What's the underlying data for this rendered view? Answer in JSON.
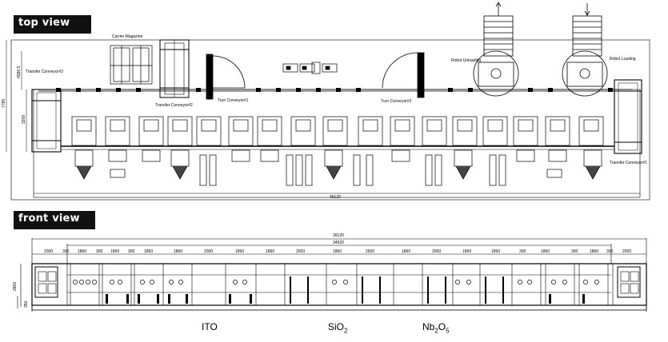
{
  "top_view": {
    "title": "top view",
    "labels": {
      "carrier_magazine": "Carrier Magazine",
      "transfer_conveyor_3": "Transfer Conveyor#3",
      "transfer_conveyor_2": "Transfer Conveyor#2",
      "turn_conveyor_1": "Turn Conveyor#1",
      "turn_conveyor_2": "Turn Conveyor#2",
      "robot_unloading": "Robot Unloading",
      "robot_loading": "Robot Loading",
      "transfer_conveyor_1": "Transfer Conveyor#1"
    },
    "dimensions": {
      "height_total": "7785",
      "height_upper": "4586.5",
      "height_lower": "3200",
      "length": "36120"
    }
  },
  "front_view": {
    "title": "front view",
    "dimensions": {
      "total_length": "39120",
      "inner_length": "34920",
      "height": "2800",
      "base": "350",
      "segments": [
        "2000",
        "300",
        "1860",
        "300",
        "1860",
        "300",
        "1860",
        "1860",
        "2000",
        "1860",
        "1860",
        "2500",
        "1860",
        "2500",
        "1860",
        "2000",
        "1860",
        "1860",
        "300",
        "1860",
        "300",
        "1860",
        "300",
        "2000"
      ]
    }
  },
  "materials": {
    "ito": "ITO",
    "sio2_base": "SiO",
    "sio2_sub": "2",
    "nb_base": "Nb",
    "nb_sub1": "2",
    "nb_mid": "O",
    "nb_sub2": "5"
  }
}
